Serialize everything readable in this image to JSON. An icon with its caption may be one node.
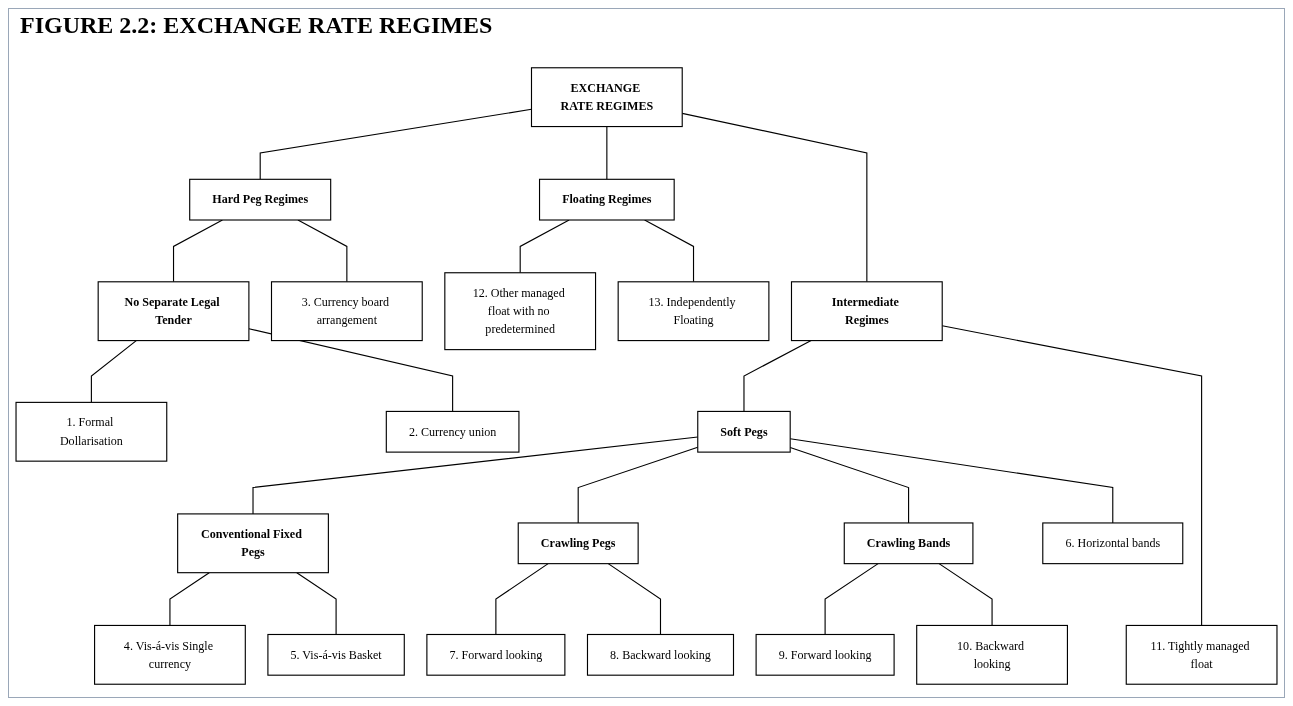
{
  "diagram": {
    "title": "FIGURE 2.2: EXCHANGE RATE REGIMES",
    "nodes": [
      {
        "text": [
          "EXCHANGE RATE REGIMES"
        ]
      },
      {
        "text": [
          "Hard Peg Regimes"
        ]
      },
      {
        "text": [
          "Floating Regimes"
        ]
      },
      {
        "text": [
          "No Separate Legal Tender"
        ]
      },
      {
        "text": [
          "1. Formal Dollarisation"
        ]
      },
      {
        "text": [
          "2. Currency union"
        ]
      },
      {
        "text": [
          "3. Currency board arrangement"
        ]
      },
      {
        "text": [
          "12. Other managed float with no predetermined"
        ]
      },
      {
        "text": [
          "13. Independently Floating"
        ]
      },
      {
        "text": [
          "Intermediate Regimes"
        ]
      },
      {
        "text": [
          "Soft Pegs"
        ]
      },
      {
        "text": [
          "Conventional Fixed Pegs"
        ]
      },
      {
        "text": [
          "Crawling Pegs"
        ]
      },
      {
        "text": [
          "Crawling Bands"
        ]
      },
      {
        "text": [
          "4. Vis-á-vis Single currency"
        ]
      },
      {
        "text": [
          "5. Vis-á-vis Basket"
        ]
      },
      {
        "text": [
          "6. Horizontal bands"
        ]
      },
      {
        "text": [
          "7. Forward looking"
        ]
      },
      {
        "text": [
          "8. Backward looking"
        ]
      },
      {
        "text": [
          "9. Forward looking"
        ]
      },
      {
        "text": [
          "10. Backward looking"
        ]
      },
      {
        "text": [
          "11. Tightly managed float"
        ]
      }
    ],
    "edges": [
      {
        "from": 0,
        "to": 1,
        "arrow": "none"
      },
      {
        "from": 0,
        "to": 2,
        "arrow": "none"
      },
      {
        "from": 0,
        "to": 9,
        "arrow": "none"
      },
      {
        "from": 1,
        "to": 3,
        "arrow": "none"
      },
      {
        "from": 1,
        "to": 6,
        "arrow": "none"
      },
      {
        "from": 3,
        "to": 4,
        "arrow": "none"
      },
      {
        "from": 3,
        "to": 5,
        "arrow": "none"
      },
      {
        "from": 2,
        "to": 7,
        "arrow": "none"
      },
      {
        "from": 2,
        "to": 8,
        "arrow": "none"
      },
      {
        "from": 9,
        "to": 10,
        "arrow": "none"
      },
      {
        "from": 9,
        "to": 21,
        "arrow": "none"
      },
      {
        "from": 10,
        "to": 11,
        "arrow": "none"
      },
      {
        "from": 10,
        "to": 16,
        "arrow": "none"
      },
      {
        "from": 10,
        "to": 12,
        "arrow": "none"
      },
      {
        "from": 10,
        "to": 13,
        "arrow": "none"
      },
      {
        "from": 11,
        "to": 14,
        "arrow": "none"
      },
      {
        "from": 11,
        "to": 15,
        "arrow": "none"
      },
      {
        "from": 12,
        "to": 17,
        "arrow": "none"
      },
      {
        "from": 12,
        "to": 18,
        "arrow": "none"
      },
      {
        "from": 13,
        "to": 19,
        "arrow": "none"
      },
      {
        "from": 13,
        "to": 20,
        "arrow": "none"
      }
    ]
  }
}
